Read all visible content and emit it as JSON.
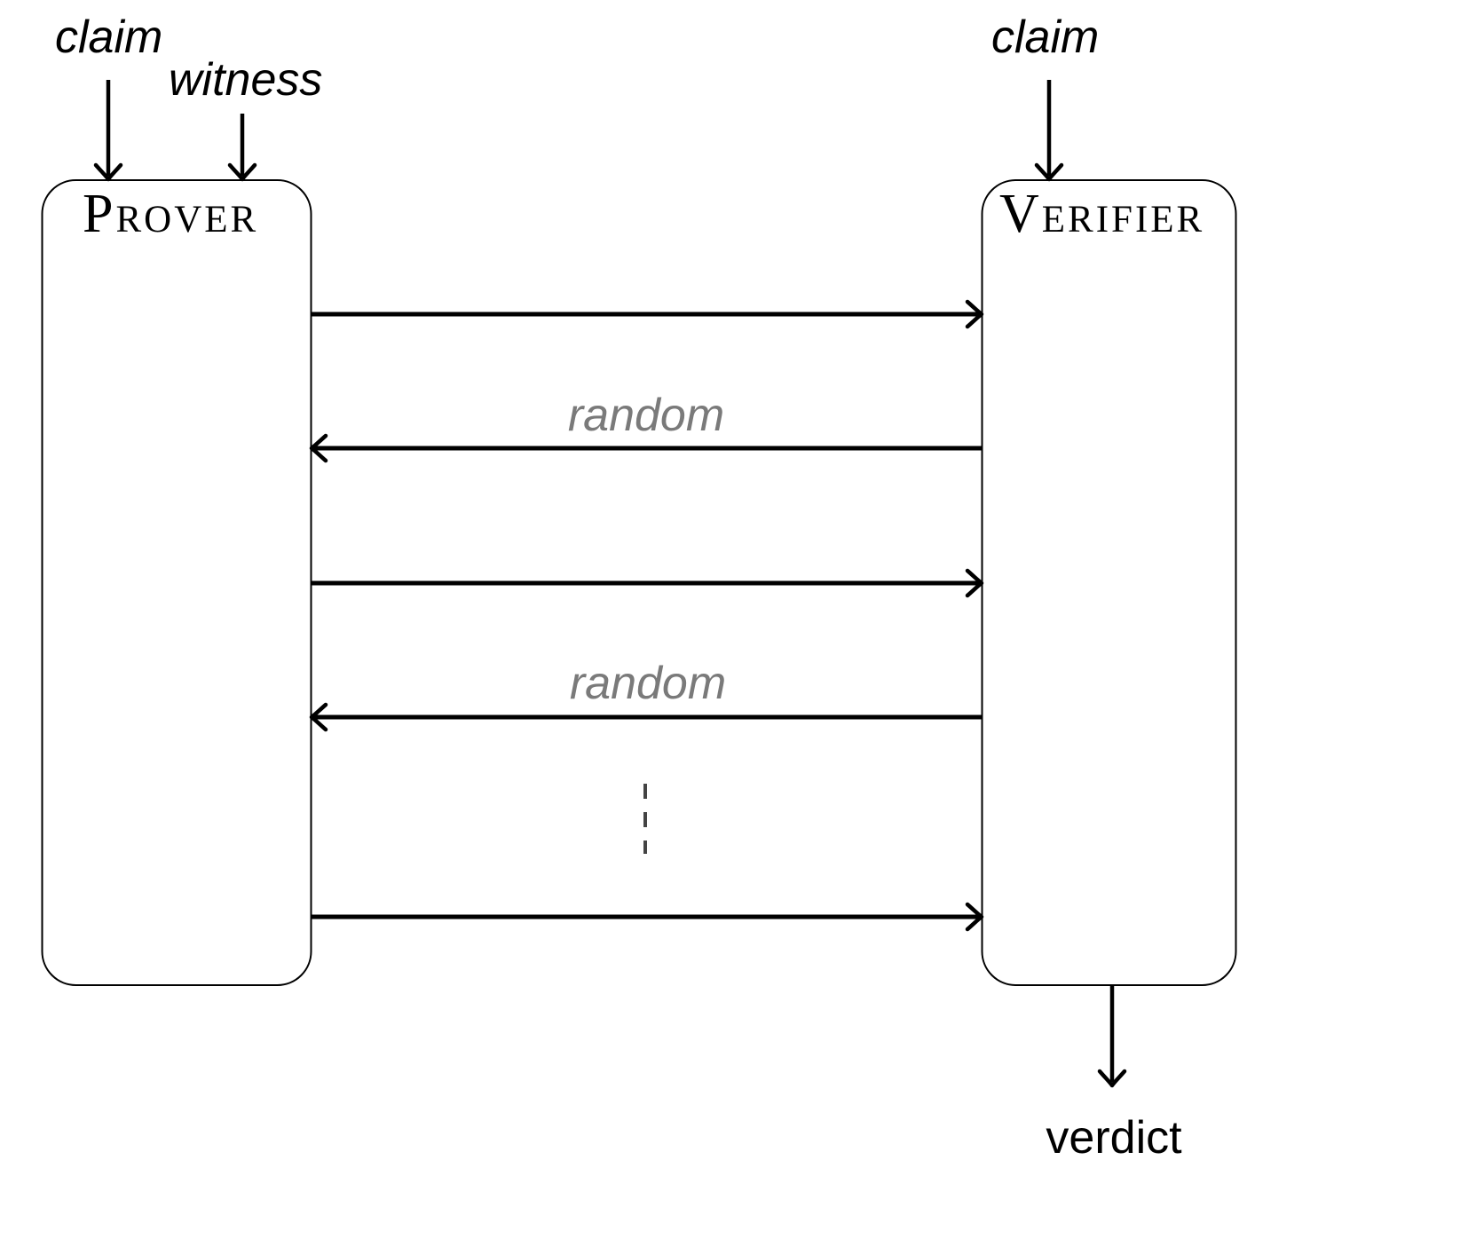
{
  "labels": {
    "claim_to_prover": "claim",
    "witness_to_prover": "witness",
    "claim_to_verifier": "claim",
    "prover_title": "Prover",
    "verifier_title": "Verifier",
    "challenge_1": "random",
    "challenge_2": "random",
    "verdict": "verdict"
  },
  "colors": {
    "ink": "#000000",
    "challenge_label": "#7a7a7a",
    "ellipsis": "#444444"
  }
}
